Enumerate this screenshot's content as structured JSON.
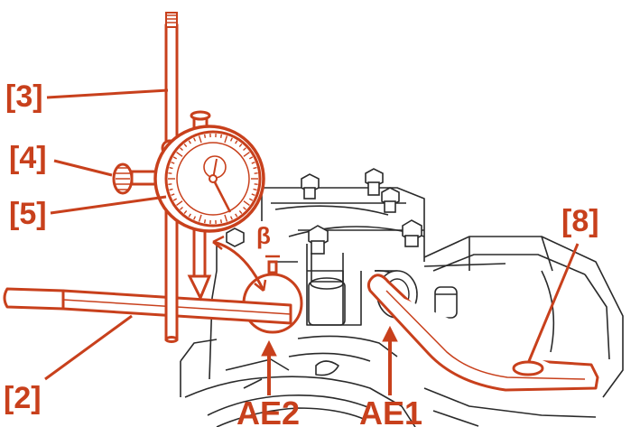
{
  "labels": {
    "c2": "[2]",
    "c3": "[3]",
    "c4": "[4]",
    "c5": "[5]",
    "c8": "[8]",
    "ae1": "AE1",
    "ae2": "AE2",
    "beta": "β"
  },
  "colors": {
    "accent": "#c8401c",
    "line": "#2a2a2a",
    "background": "#ffffff"
  }
}
